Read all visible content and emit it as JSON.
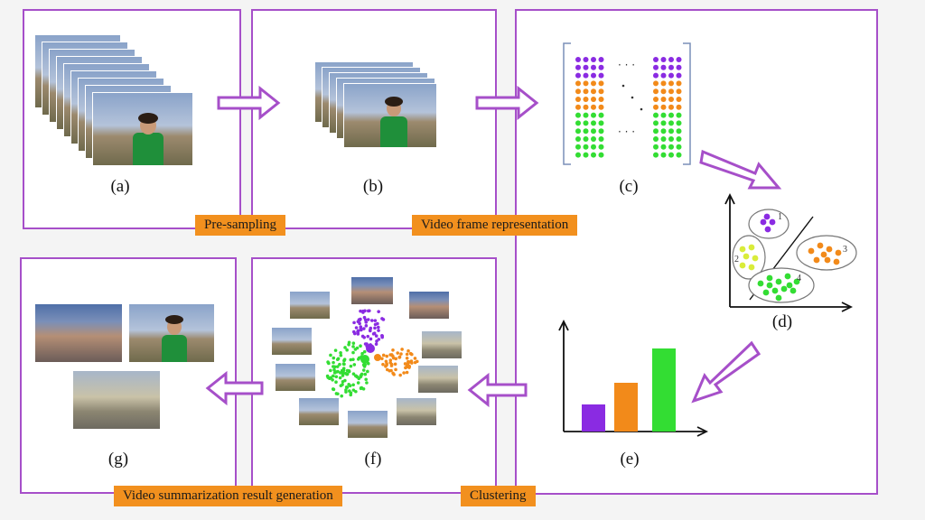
{
  "captions": {
    "a": "(a)",
    "b": "(b)",
    "c": "(c)",
    "d": "(d)",
    "e": "(e)",
    "f": "(f)",
    "g": "(g)"
  },
  "tags": {
    "presampling": "Pre-sampling",
    "representation": "Video frame representation",
    "summarization": "Video summarization result generation",
    "clustering": "Clustering"
  },
  "matrix": {
    "dots_h": "· · ·",
    "dots_b": "· · ·"
  },
  "clusters": [
    "1",
    "2",
    "3",
    "4"
  ],
  "colors": {
    "border": "#a64fc9",
    "tag_bg": "#f2901e",
    "purple": "#8a2be2",
    "orange": "#f28a1a",
    "green": "#33dd33",
    "yellow": "#d9ec3a"
  }
}
